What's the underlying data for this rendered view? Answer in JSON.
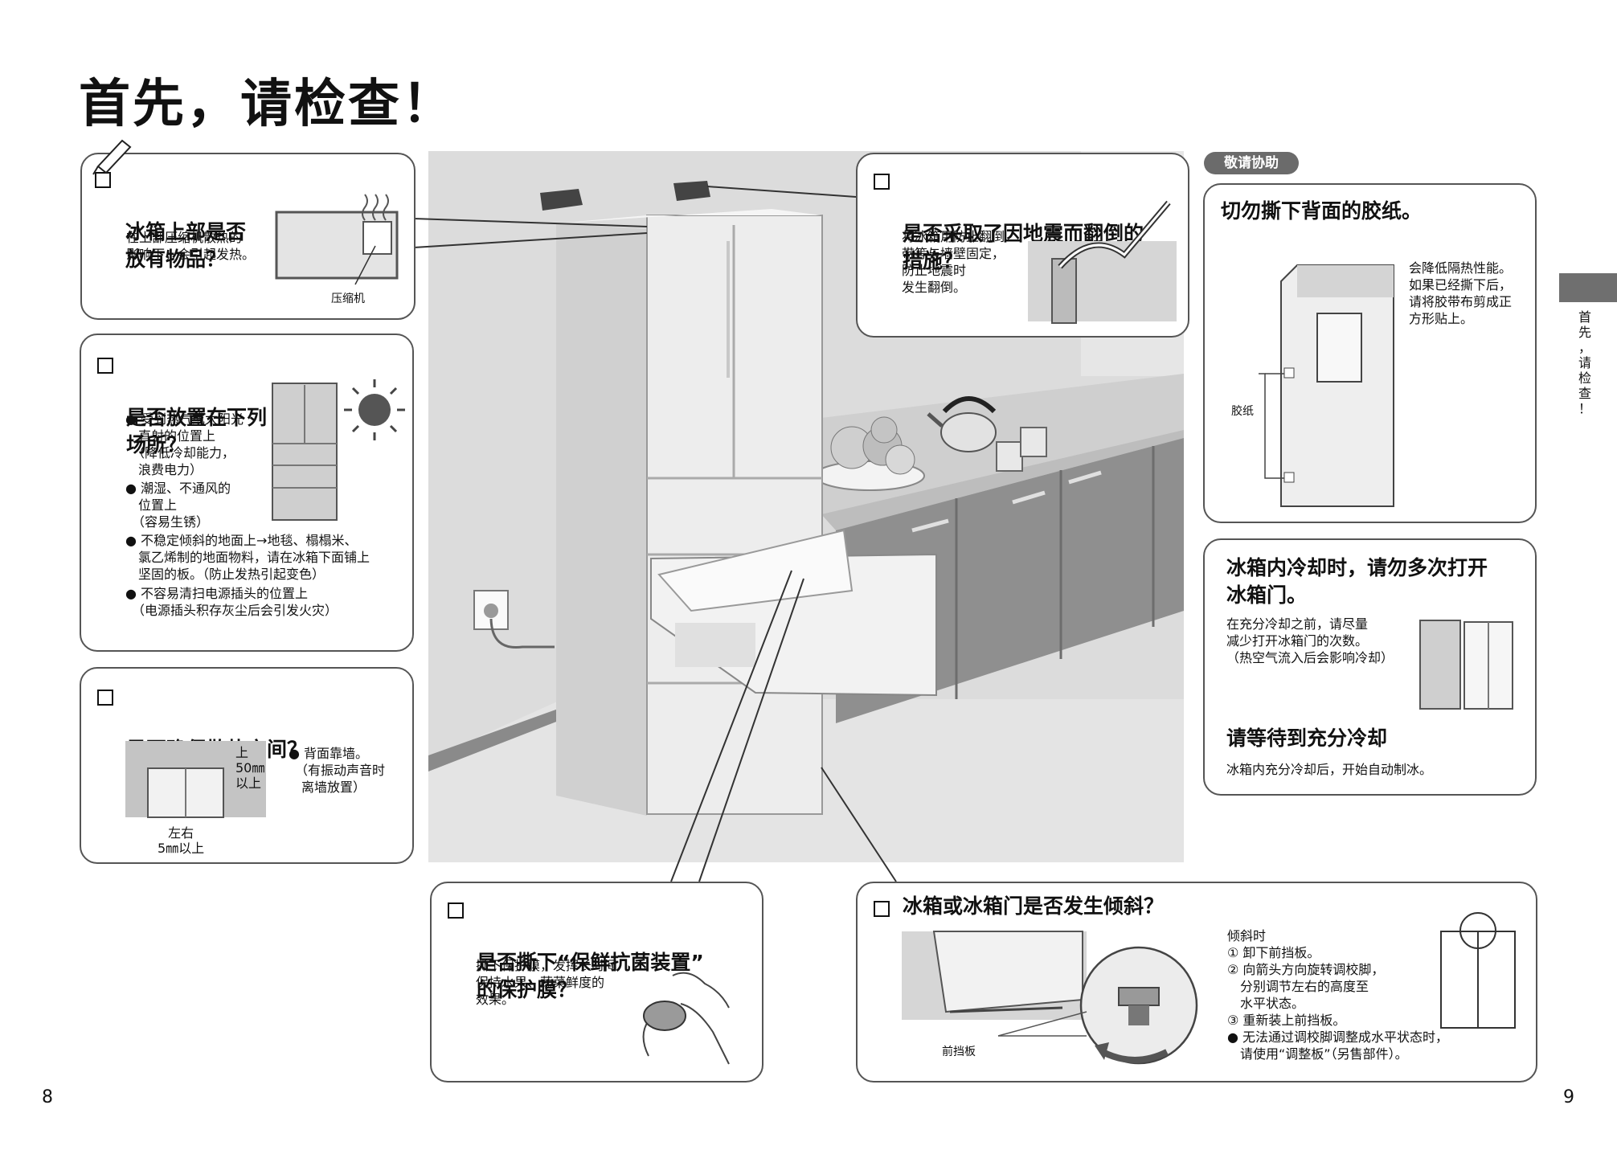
{
  "page": {
    "title": "首先，请检查！",
    "page_left": "8",
    "page_right": "9",
    "side_tab_text": "首\n先\n，\n请\n检\n查\n！",
    "badge": "敬请协助"
  },
  "top_items": {
    "title": "冰箱上部是否\n放有物品？",
    "desc": "在上部压缩机散热的\n影响下，会引起发热。",
    "label_compressor": "压缩机"
  },
  "location": {
    "title": "是否放置在下列\n场所？",
    "bullets": [
      "● 受到热气或太阳光\n　直射的位置上\n　（降低冷却能力，\n　浪费电力）",
      "● 潮湿、不通风的\n　位置上\n　（容易生锈）",
      "● 不稳定倾斜的地面上→地毯、榻榻米、\n　氯乙烯制的地面物料，请在冰箱下面铺上\n　坚固的板。（防止发热引起变色）",
      "● 不容易清扫电源插头的位置上\n　（电源插头积存灰尘后会引发火灾）"
    ]
  },
  "space": {
    "title": "是否确保散热空间？",
    "label_top": "上\n50㎜\n以上",
    "label_side": "左右\n5㎜以上",
    "desc": "● 背面靠墙。\n　（有振动声音时\n　离墙放置）"
  },
  "earthquake": {
    "title": "是否采取了因地震而翻倒的\n措施？",
    "desc": "将冰箱用防止翻倒\n带等与墙壁固定，\n防止地震时\n发生翻倒。"
  },
  "tape": {
    "title": "切勿撕下背面的胶纸。",
    "desc": "会降低隔热性能。\n如果已经撕下后，\n请将胶带布剪成正\n方形贴上。",
    "label_tape": "胶纸"
  },
  "cooling": {
    "title": "冰箱内冷却时，请勿多次打开\n冰箱门。",
    "desc": "在充分冷却之前，请尽量\n减少打开冰箱门的次数。\n（热空气流入后会影响冷却）",
    "title2": "请等待到充分冷却",
    "desc2": "冰箱内充分冷却后，开始自动制冰。"
  },
  "film": {
    "title": "是否撕下“保鲜抗菌装置”\n的保护膜？",
    "desc": "撕下保护膜，发挥长时间\n保持水果、蔬菜鲜度的\n效果。"
  },
  "tilt": {
    "title": "冰箱或冰箱门是否发生倾斜？",
    "label_front": "前挡板",
    "steps": "倾斜时\n① 卸下前挡板。\n② 向箭头方向旋转调校脚，\n　分别调节左右的高度至\n　水平状态。\n③ 重新装上前挡板。\n● 无法通过调校脚调整成水平状态时，\n　请使用“调整板”（另售部件）。"
  }
}
